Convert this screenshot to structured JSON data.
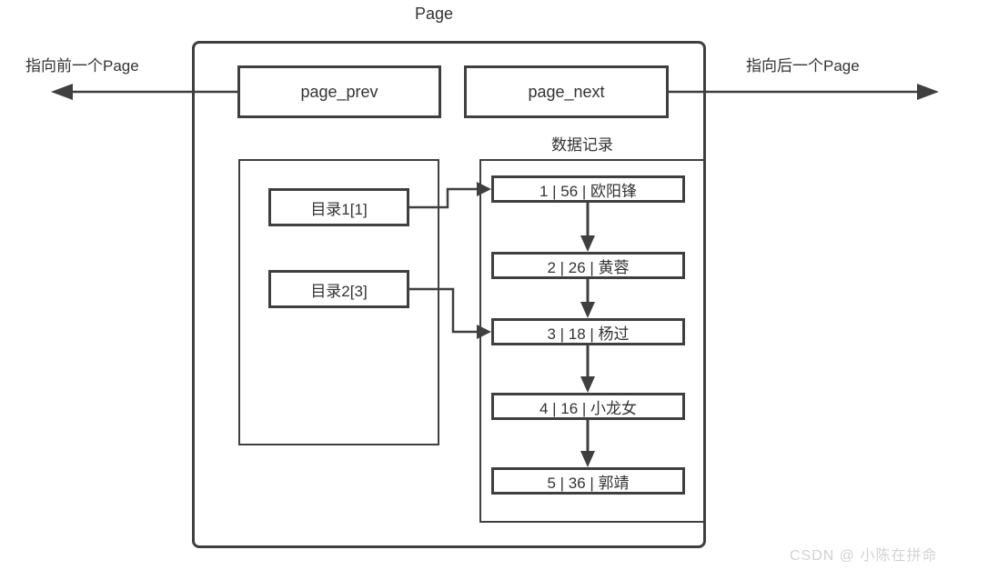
{
  "diagram": {
    "title": "Page",
    "prev_arrow_label": "指向前一个Page",
    "next_arrow_label": "指向后一个Page",
    "page_prev_label": "page_prev",
    "page_next_label": "page_next",
    "records_title": "数据记录",
    "directory_entries": [
      {
        "label": "目录1[1]",
        "arrow_target_record": "1"
      },
      {
        "label": "目录2[3]",
        "arrow_target_record": "3"
      }
    ],
    "records": [
      {
        "seq": "1",
        "key": "56",
        "name": "欧阳锋",
        "display": "1 | 56 | 欧阳锋"
      },
      {
        "seq": "2",
        "key": "26",
        "name": "黄蓉",
        "display": "2 | 26 | 黄蓉"
      },
      {
        "seq": "3",
        "key": "18",
        "name": "杨过",
        "display": "3 | 18 | 杨过"
      },
      {
        "seq": "4",
        "key": "16",
        "name": "小龙女",
        "display": "4 | 16 | 小龙女"
      },
      {
        "seq": "5",
        "key": "36",
        "name": "郭靖",
        "display": "5 | 36 | 郭靖"
      }
    ],
    "watermark": "CSDN @ 小陈在拼命",
    "colors": {
      "line": "#3f3f3f",
      "text": "#333333",
      "watermark": "#d2d2d2",
      "background": "#ffffff"
    }
  }
}
